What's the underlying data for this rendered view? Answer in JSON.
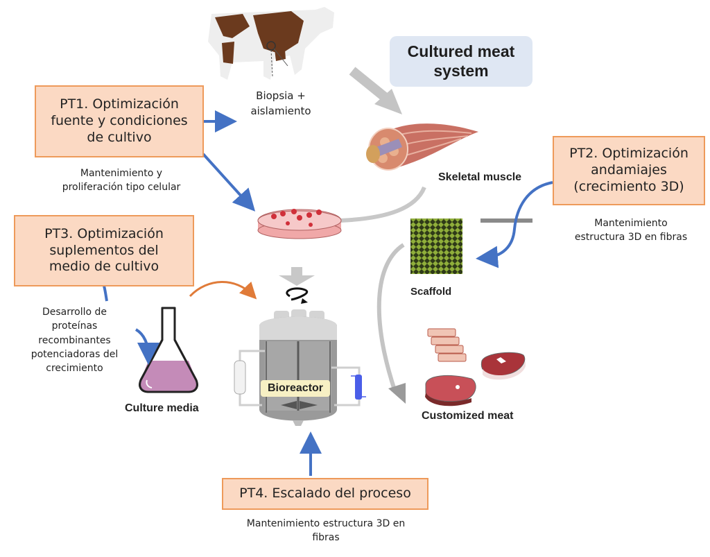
{
  "title": {
    "line1": "Cultured meat",
    "line2": "system"
  },
  "work_packages": [
    {
      "id": "PT1",
      "lines": [
        "PT1. Optimización",
        "fuente y condiciones",
        "de cultivo"
      ],
      "note": [
        "Mantenimiento y",
        "proliferación tipo celular"
      ]
    },
    {
      "id": "PT2",
      "lines": [
        "PT2. Optimización",
        "andamiajes",
        "(crecimiento 3D)"
      ],
      "note": [
        "Mantenimiento",
        "estructura 3D en fibras"
      ]
    },
    {
      "id": "PT3",
      "lines": [
        "PT3. Optimización",
        "suplementos del",
        "medio de cultivo"
      ],
      "note": [
        "Desarrollo de",
        "proteínas",
        "recombinantes",
        "potenciadoras del",
        "crecimiento"
      ]
    },
    {
      "id": "PT4",
      "lines": [
        "PT4. Escalado del proceso"
      ],
      "note": [
        "Mantenimiento estructura 3D en",
        "fibras"
      ]
    }
  ],
  "stages": {
    "biopsy": [
      "Biopsia +",
      "aislamiento"
    ],
    "skeletal_muscle": "Skeletal muscle",
    "scaffold": "Scaffold",
    "culture_media": "Culture media",
    "bioreactor": "Bioreactor",
    "customized_meat": "Customized meat"
  },
  "colors": {
    "pt_box_fill": "#fbd9c3",
    "pt_box_border": "#ee9a5a",
    "blue_arrow": "#4472c4",
    "orange_arrow": "#e07b39",
    "gray_flow": "#c4c4c4",
    "system_box": "#dfe7f3",
    "culture_media_liquid": "#c48bb8"
  }
}
